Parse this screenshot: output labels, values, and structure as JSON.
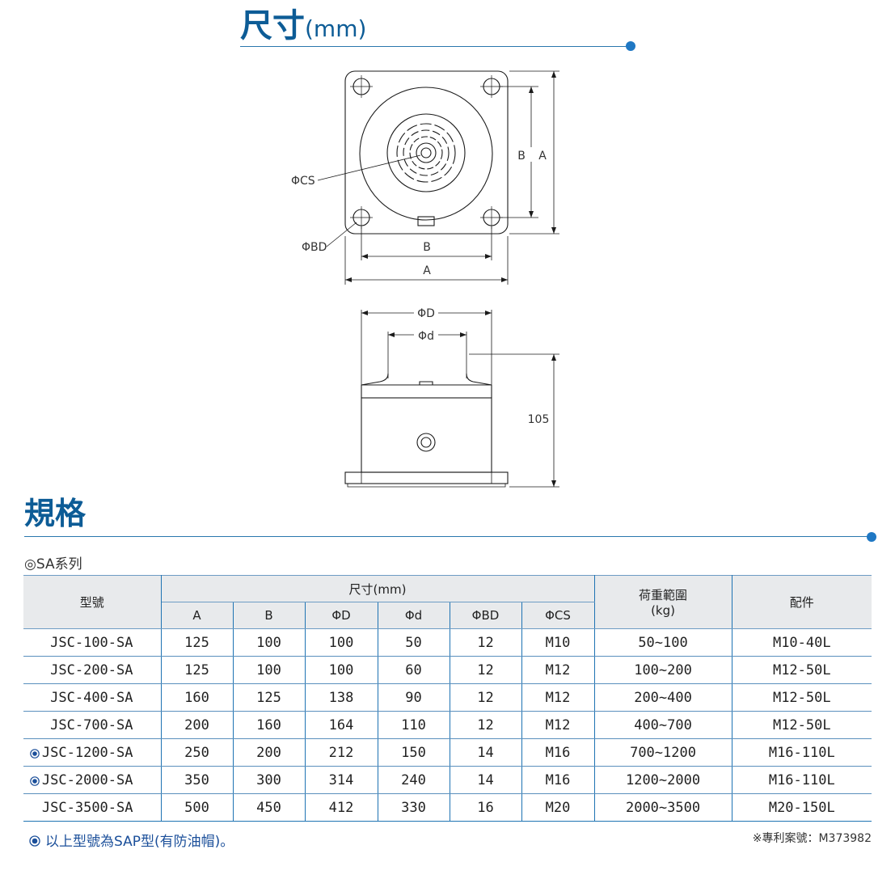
{
  "dimensions_section": {
    "title": "尺寸",
    "unit": "(mm)"
  },
  "drawing": {
    "top_labels": {
      "cs": "ΦCS",
      "bd": "ΦBD",
      "b_horizontal": "B",
      "a_horizontal": "A",
      "b_vertical": "B",
      "a_vertical": "A"
    },
    "side_labels": {
      "big_d": "ΦD",
      "small_d": "Φd",
      "height": "105"
    }
  },
  "spec_section": {
    "title": "規格",
    "series_label": "◎SA系列"
  },
  "table": {
    "header": {
      "model": "型號",
      "size_group": "尺寸(mm)",
      "load_range_line1": "荷重範圍",
      "load_range_line2": "(kg)",
      "accessory": "配件",
      "size_cols": [
        "A",
        "B",
        "ΦD",
        "Φd",
        "ΦBD",
        "ΦCS"
      ]
    },
    "rows": [
      {
        "marked": false,
        "model": "JSC-100-SA",
        "a": "125",
        "b": "100",
        "d": "100",
        "sd": "50",
        "bd": "12",
        "cs": "M10",
        "load": "50~100",
        "acc": "M10-40L"
      },
      {
        "marked": false,
        "model": "JSC-200-SA",
        "a": "125",
        "b": "100",
        "d": "100",
        "sd": "60",
        "bd": "12",
        "cs": "M12",
        "load": "100~200",
        "acc": "M12-50L"
      },
      {
        "marked": false,
        "model": "JSC-400-SA",
        "a": "160",
        "b": "125",
        "d": "138",
        "sd": "90",
        "bd": "12",
        "cs": "M12",
        "load": "200~400",
        "acc": "M12-50L"
      },
      {
        "marked": false,
        "model": "JSC-700-SA",
        "a": "200",
        "b": "160",
        "d": "164",
        "sd": "110",
        "bd": "12",
        "cs": "M12",
        "load": "400~700",
        "acc": "M12-50L"
      },
      {
        "marked": true,
        "model": "JSC-1200-SA",
        "a": "250",
        "b": "200",
        "d": "212",
        "sd": "150",
        "bd": "14",
        "cs": "M16",
        "load": "700~1200",
        "acc": "M16-110L"
      },
      {
        "marked": true,
        "model": "JSC-2000-SA",
        "a": "350",
        "b": "300",
        "d": "314",
        "sd": "240",
        "bd": "14",
        "cs": "M16",
        "load": "1200~2000",
        "acc": "M16-110L"
      },
      {
        "marked": false,
        "model": "JSC-3500-SA",
        "a": "500",
        "b": "450",
        "d": "412",
        "sd": "330",
        "bd": "16",
        "cs": "M20",
        "load": "2000~3500",
        "acc": "M20-150L"
      }
    ]
  },
  "footer": {
    "note": "以上型號為SAP型(有防油帽)。",
    "patent": "※專利案號：M373982"
  },
  "colors": {
    "accent_blue": "#0d5c96",
    "rule_blue": "#2a77ad",
    "header_gray": "#e8eaec"
  }
}
